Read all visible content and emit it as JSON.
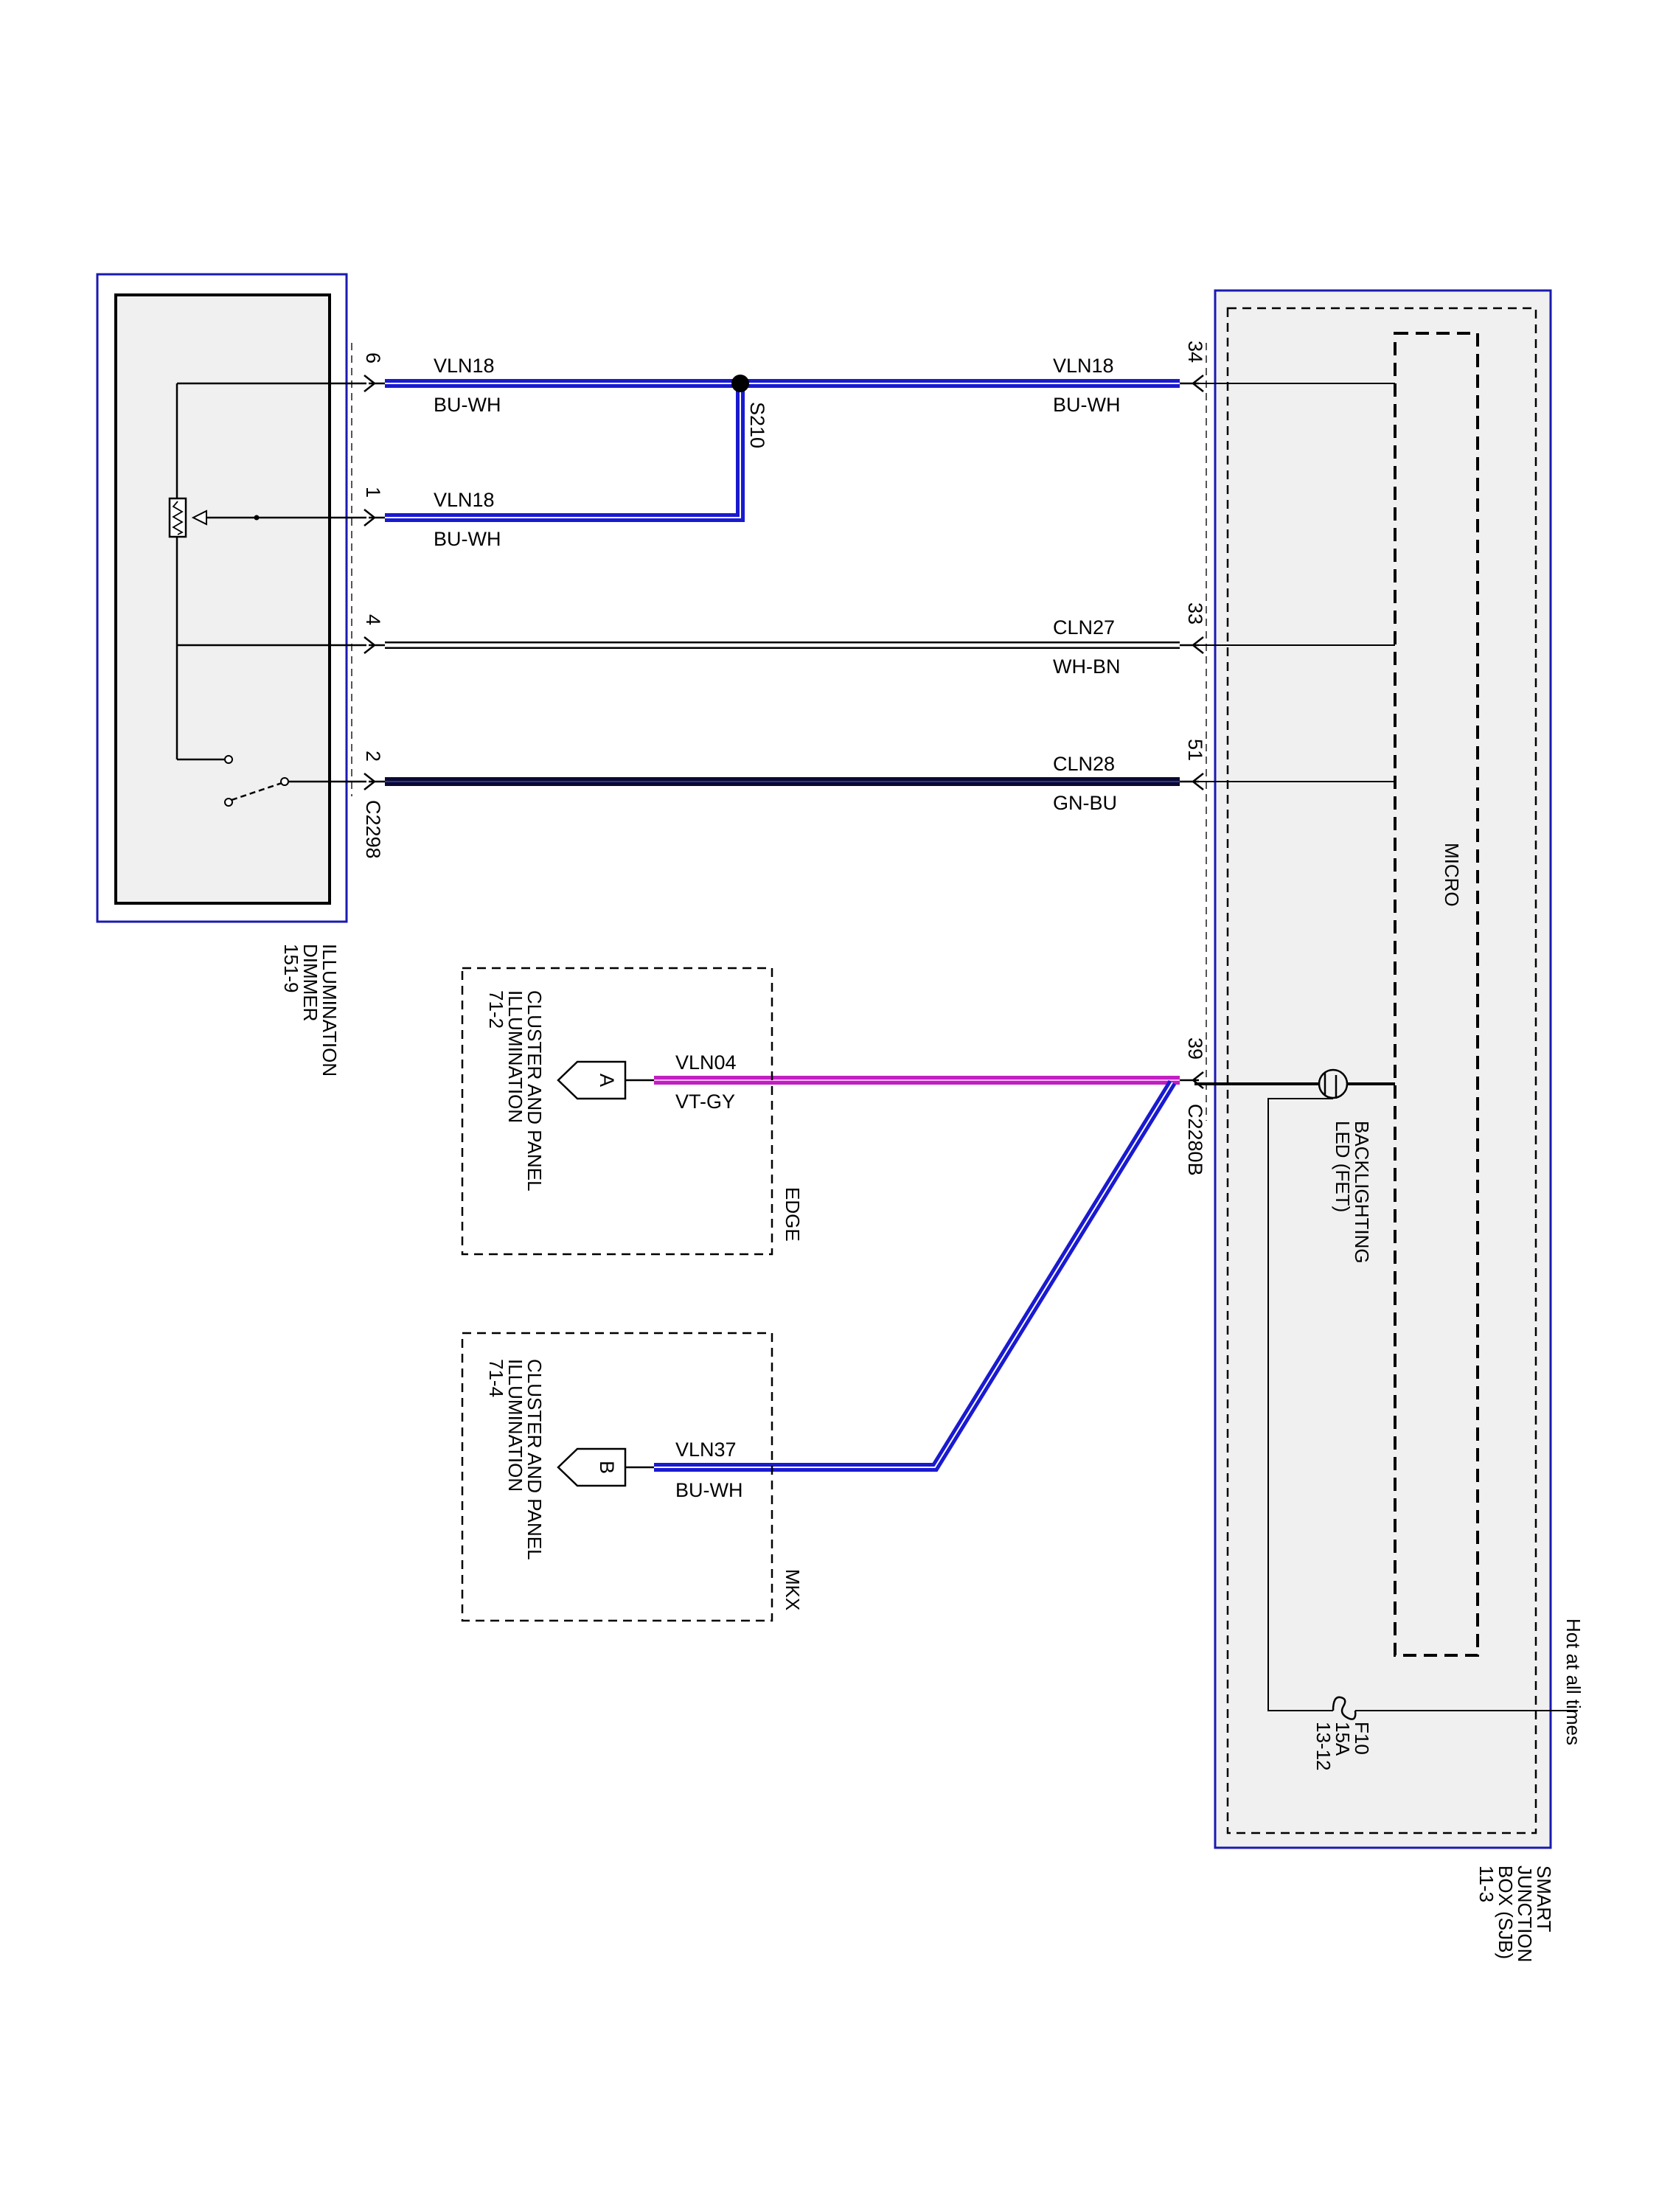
{
  "colors": {
    "module_border": "#1a1ab0",
    "module_fill": "#f0f0f0",
    "wire_blue": "#1a1ad0",
    "wire_dark": "#0a0a30",
    "wire_violet": "#c020c0",
    "stroke": "#000000"
  },
  "dimmer": {
    "title": [
      "ILLUMINATION",
      "DIMMER",
      "151-9"
    ],
    "connector": "C2298",
    "pins": [
      "6",
      "1",
      "4",
      "2"
    ]
  },
  "splice": {
    "label": "S210"
  },
  "wires": [
    {
      "id": "w1",
      "circuit": "VLN18",
      "color": "BU-WH"
    },
    {
      "id": "w2",
      "circuit": "VLN18",
      "color": "BU-WH"
    },
    {
      "id": "w3",
      "circuit": "VLN18",
      "color": "BU-WH"
    },
    {
      "id": "w4",
      "circuit": "CLN27",
      "color": "WH-BN"
    },
    {
      "id": "w5",
      "circuit": "CLN28",
      "color": "GN-BU"
    },
    {
      "id": "w6",
      "circuit": "VLN04",
      "color": "VT-GY"
    },
    {
      "id": "w7",
      "circuit": "VLN37",
      "color": "BU-WH"
    }
  ],
  "sjb": {
    "title": [
      "SMART",
      "JUNCTION",
      "BOX (SJB)",
      "11-3"
    ],
    "micro": "MICRO",
    "pins": [
      "34",
      "33",
      "51",
      "39"
    ],
    "connector": "C2280B",
    "led": [
      "BACKLIGHTING",
      "LED (FET)"
    ],
    "fuse": [
      "F10",
      "15A",
      "13-12"
    ],
    "power": "Hot at all times"
  },
  "edge": {
    "variant": "EDGE",
    "title": [
      "CLUSTER AND PANEL",
      "ILLUMINATION",
      "71-2"
    ],
    "connector": "A"
  },
  "mkx": {
    "variant": "MKX",
    "title": [
      "CLUSTER AND PANEL",
      "ILLUMINATION",
      "71-4"
    ],
    "connector": "B"
  }
}
